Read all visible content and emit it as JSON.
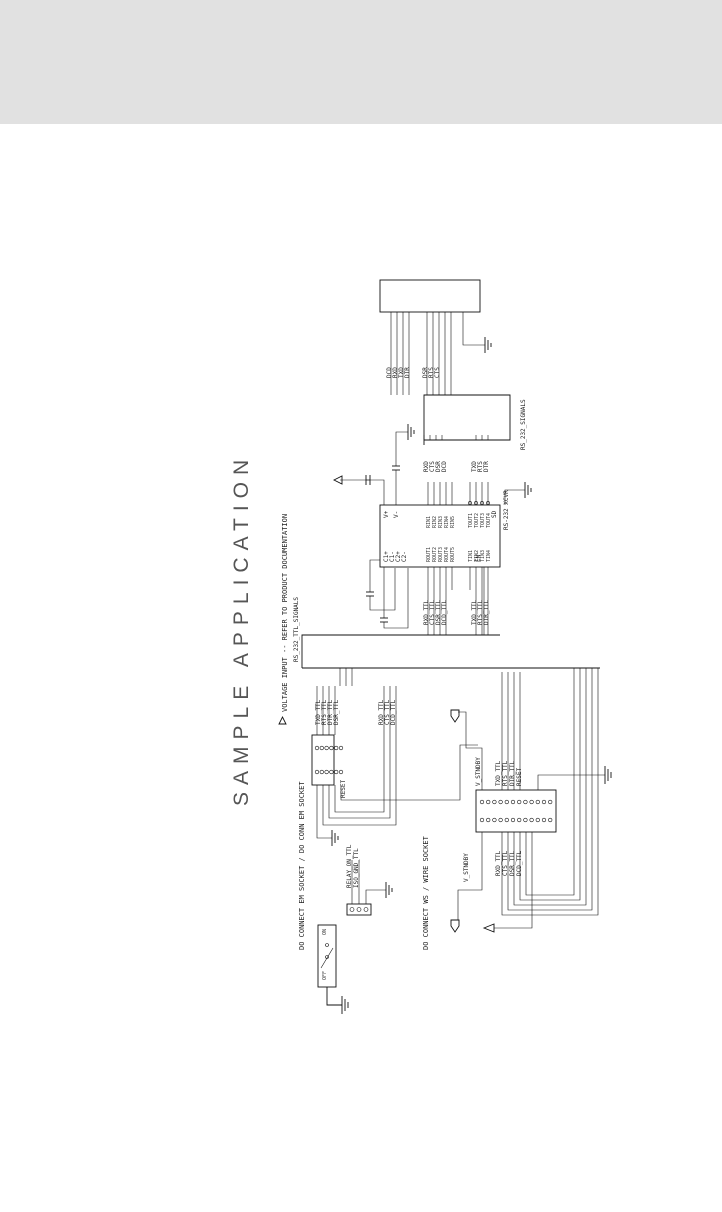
{
  "title": "SAMPLE APPLICATION",
  "notes": {
    "voltage": "VOLTAGE INPUT -- REFER TO PRODUCT DOCUMENTATION",
    "rs232_ttl_signals": "RS_232_TTL_SIGNALS",
    "rs232_signals": "RS_232_SIGNALS",
    "connect_em": "DO CONNECT EM SOCKET / DO CONN EM SOCKET",
    "connect_ws": "DO CONNECT WS / WIRE SOCKET",
    "transceiver_part": "RS-232 XCVR"
  },
  "ttl_signals_top": [
    "TXD_TTL",
    "RTS_TTL",
    "DTR_TTL",
    "DSR_TTL"
  ],
  "ttl_signals_mid": [
    "RXD_TTL",
    "CTS_TTL",
    "DCD_TTL"
  ],
  "reset_label": "RESET",
  "jumper_labels": [
    "RELAY_ON_TTL",
    "ISO_GND_TTL"
  ],
  "vstby_top": "V_STNDBY",
  "vstby_bottom": "V_STNDBY",
  "header_right": [
    "TXD_TTL",
    "RTS_TTL",
    "DTR_TTL",
    "RESET"
  ],
  "header_left": [
    "RXD_TTL",
    "CTS_TTL",
    "DSR_TTL",
    "DCD_TTL"
  ],
  "xcvr_left_pins": [
    "C1+",
    "C1-",
    "C2+",
    "C2-"
  ],
  "xcvr_right_pins": [
    "V+",
    "V-"
  ],
  "xcvr_rin": [
    "RIN1",
    "RIN2",
    "RIN3",
    "RIN4",
    "RIN5"
  ],
  "xcvr_rout": [
    "ROUT1",
    "ROUT2",
    "ROUT3",
    "ROUT4",
    "ROUT5"
  ],
  "xcvr_tin": [
    "TIN1",
    "TIN2",
    "TIN3",
    "TIN4"
  ],
  "xcvr_tout": [
    "TOUT1",
    "TOUT2",
    "TOUT3",
    "TOUT4"
  ],
  "xcvr_en": "EN",
  "xcvr_sd": "SD",
  "xcvr_in_rx": [
    "RXD_TTL",
    "CTS_TTL",
    "DSR_TTL",
    "DCD_TTL"
  ],
  "xcvr_in_tx": [
    "TXD_TTL",
    "RTS_TTL",
    "DTR_TTL"
  ],
  "xcvr_out_rx": [
    "RXD",
    "CTS",
    "DSR",
    "DCD"
  ],
  "xcvr_out_tx": [
    "TXD",
    "RTS",
    "DTR"
  ],
  "db9_labels": [
    "DCD",
    "RXD",
    "TXD",
    "DTR",
    "DSR",
    "RTS",
    "CTS"
  ],
  "switch_labels": [
    "ON",
    "OFF"
  ]
}
